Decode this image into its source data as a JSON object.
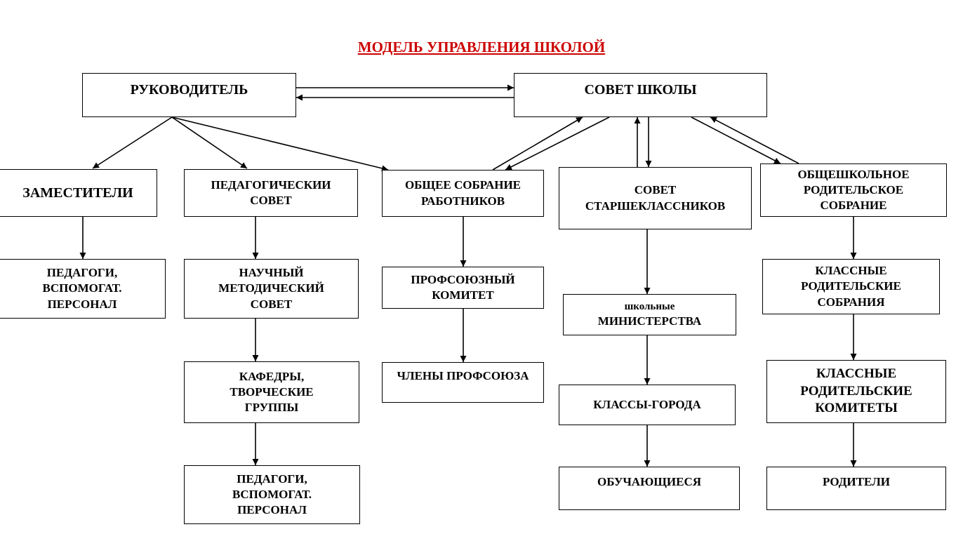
{
  "title": "МОДЕЛЬ УПРАВЛЕНИЯ ШКОЛОЙ",
  "colors": {
    "title": "#cc0000",
    "line": "#000000"
  },
  "boxes": {
    "head": "РУКОВОДИТЕЛЬ",
    "council": "СОВЕТ ШКОЛЫ",
    "deputies": "ЗАМЕСТИТЕЛИ",
    "ped_council": [
      "ПЕДАГОГИЧЕСКИИ",
      "СОВЕТ"
    ],
    "staff_meeting": [
      "ОБЩЕЕ СОБРАНИЕ",
      "РАБОТНИКОВ"
    ],
    "senior_council": [
      "СОВЕТ",
      "СТАРШЕКЛАССНИКОВ"
    ],
    "parent_meeting": [
      "ОБЩЕШКОЛЬНОЕ",
      "РОДИТЕЛЬСКОЕ",
      "СОБРАНИЕ"
    ],
    "teachers_1": [
      "ПЕДАГОГИ,",
      "ВСПОМОГАТ.",
      "ПЕРСОНАЛ"
    ],
    "sci_method_council": [
      "НАУЧНЫЙ",
      "МЕТОДИЧЕСКИЙ",
      "СОВЕТ"
    ],
    "union_committee": [
      "ПРОФСОЮЗНЫЙ",
      "КОМИТЕТ"
    ],
    "school_ministries": [
      "школьные",
      "МИНИСТЕРСТВА"
    ],
    "class_meetings": [
      "КЛАССНЫЕ",
      "РОДИТЕЛЬСКИЕ",
      "СОБРАНИЯ"
    ],
    "departments": [
      "КАФЕДРЫ,",
      "ТВОРЧЕСКИЕ",
      "ГРУППЫ"
    ],
    "union_members": "ЧЛЕНЫ ПРОФСОЮЗА",
    "class_cities": "КЛАССЫ-ГОРОДА",
    "class_committees": [
      "КЛАССНЫЕ",
      "РОДИТЕЛЬСКИЕ",
      "КОМИТЕТЫ"
    ],
    "teachers_2": [
      "ПЕДАГОГИ,",
      "ВСПОМОГАТ.",
      "ПЕРСОНАЛ"
    ],
    "students": "ОБУЧАЮЩИЕСЯ",
    "parents": "РОДИТЕЛИ"
  }
}
